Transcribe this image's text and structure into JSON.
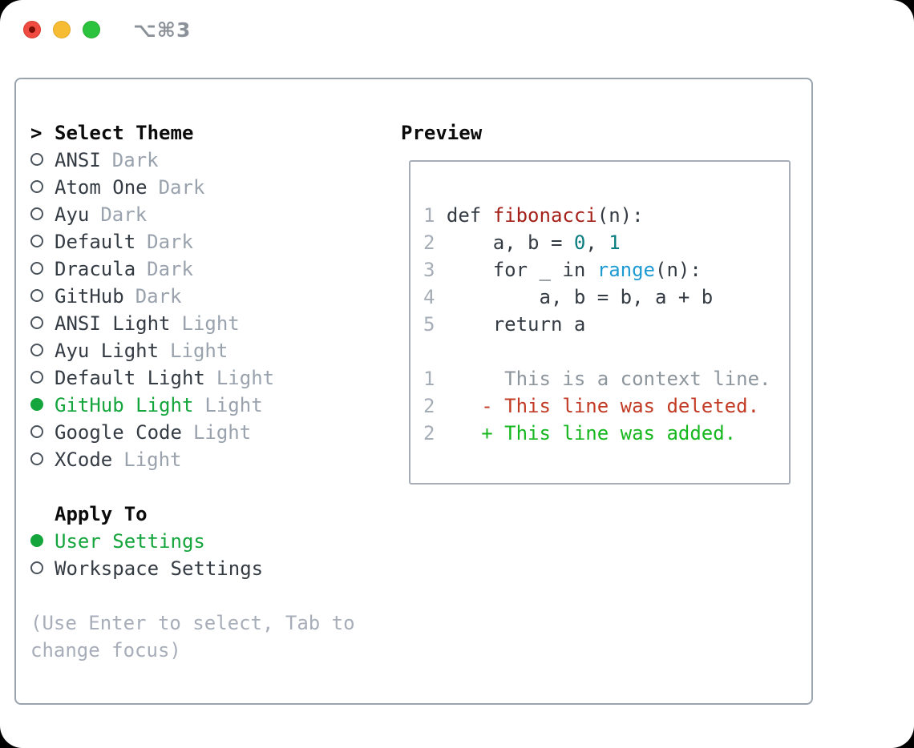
{
  "window": {
    "title": "⌥⌘3"
  },
  "colors": {
    "text_primary": "#343b43",
    "text_muted": "#99a2ad",
    "hint": "#a7aeb9",
    "panel_border": "#9aa3ae",
    "accent_green": "#14a53c",
    "line_number": "#a5adb7",
    "syntax_function": "#a52018",
    "syntax_number": "#0a7d80",
    "syntax_builtin": "#1e9ad3",
    "diff_context": "#8d959d",
    "diff_deleted": "#c23b25",
    "diff_added": "#16b71f",
    "traffic_red": "#ef4b40",
    "traffic_yellow": "#f6bd34",
    "traffic_green": "#2bc23d"
  },
  "theme_panel": {
    "prompt": ">",
    "header": "Select Theme",
    "themes": [
      {
        "name": "ANSI",
        "variant": "Dark",
        "selected": false
      },
      {
        "name": "Atom One",
        "variant": "Dark",
        "selected": false
      },
      {
        "name": "Ayu",
        "variant": "Dark",
        "selected": false
      },
      {
        "name": "Default",
        "variant": "Dark",
        "selected": false
      },
      {
        "name": "Dracula",
        "variant": "Dark",
        "selected": false
      },
      {
        "name": "GitHub",
        "variant": "Dark",
        "selected": false
      },
      {
        "name": "ANSI Light",
        "variant": "Light",
        "selected": false
      },
      {
        "name": "Ayu Light",
        "variant": "Light",
        "selected": false
      },
      {
        "name": "Default Light",
        "variant": "Light",
        "selected": false
      },
      {
        "name": "GitHub Light",
        "variant": "Light",
        "selected": true
      },
      {
        "name": "Google Code",
        "variant": "Light",
        "selected": false
      },
      {
        "name": "XCode",
        "variant": "Light",
        "selected": false
      }
    ],
    "apply_to": {
      "header": "Apply To",
      "options": [
        {
          "label": "User Settings",
          "selected": true
        },
        {
          "label": "Workspace Settings",
          "selected": false
        }
      ]
    },
    "hint_lines": [
      "(Use Enter to select, Tab to",
      "change focus)"
    ]
  },
  "preview": {
    "label": "Preview",
    "lines": [
      {
        "name": "code-line-1",
        "n": "1",
        "tokens": [
          [
            "plain",
            " def "
          ],
          [
            "func",
            "fibonacci"
          ],
          [
            "plain",
            "(n):"
          ]
        ]
      },
      {
        "name": "code-line-2",
        "n": "2",
        "tokens": [
          [
            "plain",
            "     a, b = "
          ],
          [
            "num",
            "0"
          ],
          [
            "plain",
            ", "
          ],
          [
            "num",
            "1"
          ]
        ]
      },
      {
        "name": "code-line-3",
        "n": "3",
        "tokens": [
          [
            "plain",
            "     for _ in "
          ],
          [
            "builtin",
            "range"
          ],
          [
            "plain",
            "(n):"
          ]
        ]
      },
      {
        "name": "code-line-4",
        "n": "4",
        "tokens": [
          [
            "plain",
            "         a, b = b, a + b"
          ]
        ]
      },
      {
        "name": "code-line-5",
        "n": "5",
        "tokens": [
          [
            "plain",
            "     return a"
          ]
        ]
      },
      {
        "name": "blank-line",
        "n": "",
        "tokens": []
      },
      {
        "name": "diff-context-line",
        "n": "1",
        "tokens": [
          [
            "ctx",
            "      This is a context line."
          ]
        ]
      },
      {
        "name": "diff-deleted-line",
        "n": "2",
        "tokens": [
          [
            "del",
            "    - This line was deleted."
          ]
        ]
      },
      {
        "name": "diff-added-line",
        "n": "2",
        "tokens": [
          [
            "add",
            "    + This line was added."
          ]
        ]
      }
    ]
  }
}
